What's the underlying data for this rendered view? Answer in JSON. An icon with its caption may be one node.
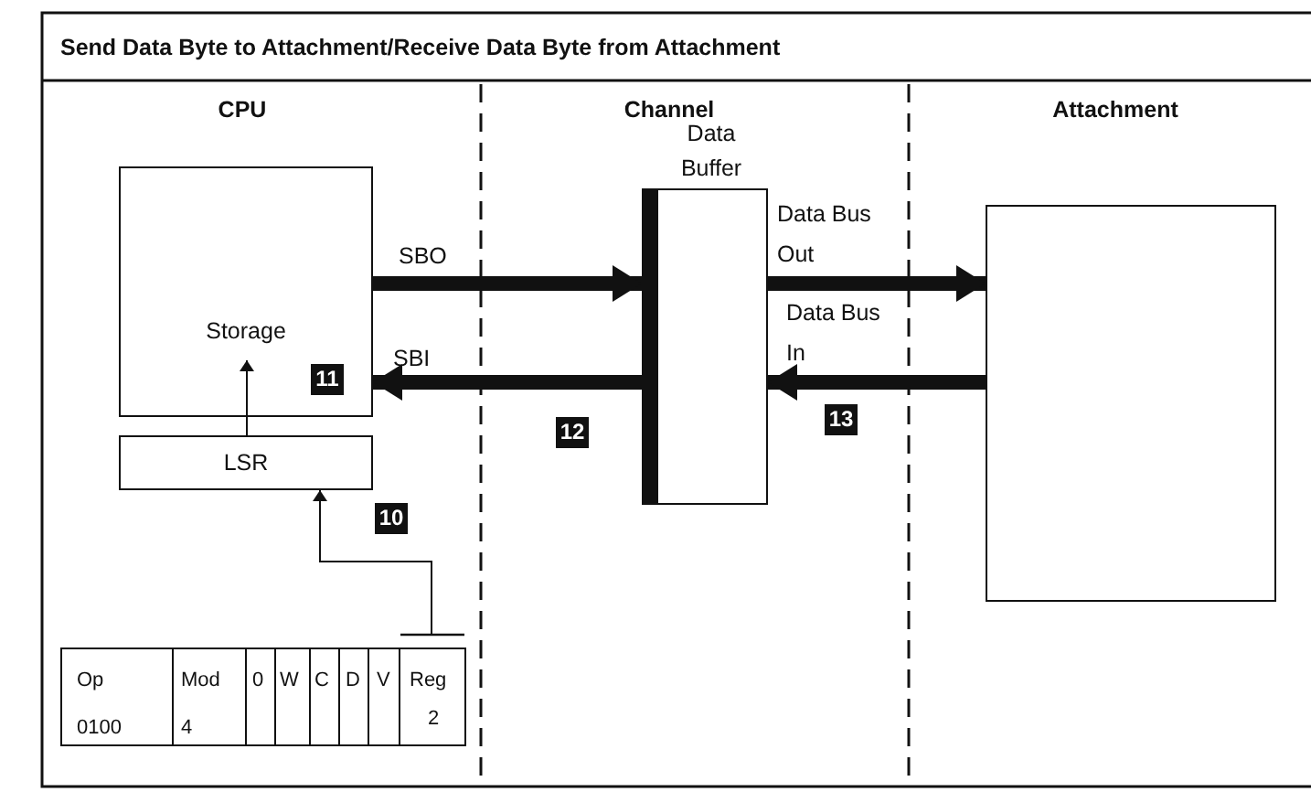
{
  "diagram": {
    "title": "Send Data Byte to Attachment/Receive Data Byte from Attachment",
    "nodes": [
      {
        "text": [
          "Storage"
        ]
      },
      {
        "text": [
          "LSR"
        ]
      },
      {
        "text": [
          "Op",
          "0100",
          "Mod",
          "4",
          "0",
          "W",
          "C",
          "D",
          "V",
          "Reg",
          "2"
        ]
      },
      {
        "text": [
          "Data Buffer"
        ]
      },
      {
        "text": [],
        "shape": "box"
      }
    ],
    "edges": [
      {
        "from": 0,
        "to": 3,
        "arrow": "to",
        "label": "SBO"
      },
      {
        "from": 3,
        "to": 0,
        "arrow": "to",
        "label": "SBI"
      },
      {
        "from": 3,
        "to": 4,
        "arrow": "to",
        "label": "Data Bus Out"
      },
      {
        "from": 4,
        "to": 3,
        "arrow": "to",
        "label": "Data Bus In"
      },
      {
        "from": 1,
        "to": 0,
        "arrow": "to"
      },
      {
        "from": 2,
        "to": 1,
        "arrow": "to"
      }
    ],
    "labels": [
      "CPU",
      "Channel",
      "Attachment",
      "11",
      "12",
      "10",
      "13"
    ]
  }
}
